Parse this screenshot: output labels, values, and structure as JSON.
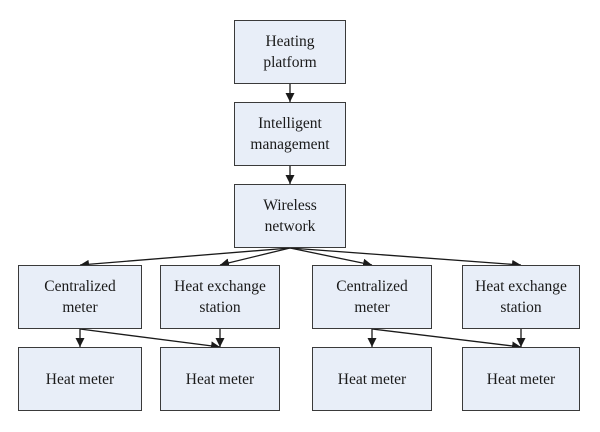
{
  "nodes": {
    "heating_platform": "Heating\nplatform",
    "intelligent_management": "Intelligent\nmanagement",
    "wireless_network": "Wireless\nnetwork",
    "centralized_meter_1": "Centralized\nmeter",
    "heat_exchange_station_1": "Heat exchange\nstation",
    "centralized_meter_2": "Centralized\nmeter",
    "heat_exchange_station_2": "Heat exchange\nstation",
    "heat_meter_1": "Heat meter",
    "heat_meter_2": "Heat meter",
    "heat_meter_3": "Heat meter",
    "heat_meter_4": "Heat meter"
  },
  "colors": {
    "node_fill": "#e8eef8",
    "node_border": "#3a3a3a",
    "edge": "#1a1a1a"
  },
  "edges": [
    [
      "heating_platform",
      "intelligent_management"
    ],
    [
      "intelligent_management",
      "wireless_network"
    ],
    [
      "wireless_network",
      "centralized_meter_1"
    ],
    [
      "wireless_network",
      "heat_exchange_station_1"
    ],
    [
      "wireless_network",
      "centralized_meter_2"
    ],
    [
      "wireless_network",
      "heat_exchange_station_2"
    ],
    [
      "centralized_meter_1",
      "heat_meter_1"
    ],
    [
      "centralized_meter_1",
      "heat_exchange_station_1"
    ],
    [
      "heat_exchange_station_1",
      "heat_meter_2"
    ],
    [
      "centralized_meter_2",
      "heat_meter_3"
    ],
    [
      "centralized_meter_2",
      "heat_exchange_station_2"
    ],
    [
      "heat_exchange_station_2",
      "heat_meter_4"
    ]
  ]
}
